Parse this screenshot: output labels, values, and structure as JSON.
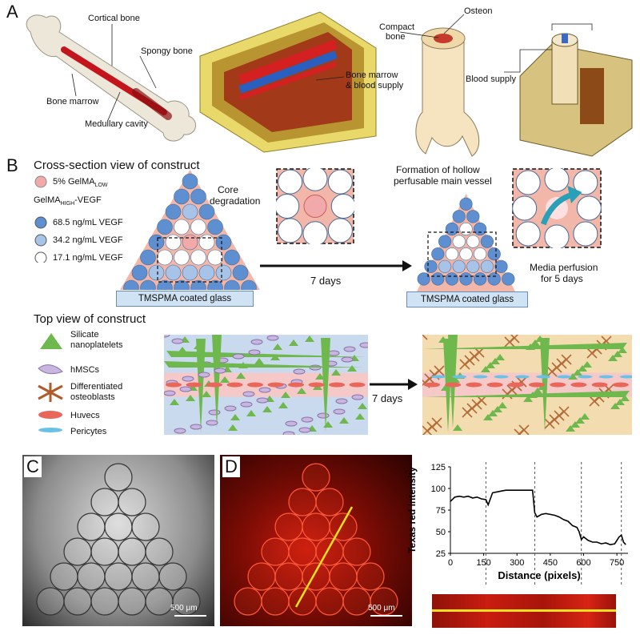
{
  "panelA": {
    "letter": "A",
    "labels": {
      "cortical": "Cortical bone",
      "spongy": "Spongy bone",
      "marrow": "Bone marrow",
      "medullary": "Medullary cavity",
      "marrowSupply1": "Bone marrow",
      "marrowSupply2": "& blood supply",
      "compact1": "Compact",
      "compact2": "bone",
      "osteon": "Osteon",
      "blood": "Blood supply"
    }
  },
  "panelB": {
    "letter": "B",
    "crossTitle": "Cross-section view of construct",
    "legend": {
      "low_prefix": "5% GelMA",
      "low_sub": "LOW",
      "high_prefix": "GelMA",
      "high_sub": "HIGH",
      "high_suffix": "-VEGF",
      "v1": "68.5 ng/mL VEGF",
      "v2": "34.2 ng/mL VEGF",
      "v3": "17.1 ng/mL VEGF"
    },
    "coreDeg1": "Core",
    "coreDeg2": "degradation",
    "formation1": "Formation of hollow",
    "formation2": "perfusable main vessel",
    "days": "7 days",
    "glass": "TMSPMA coated glass",
    "media1": "Media perfusion",
    "media2": "for 5 days",
    "topTitle": "Top view of construct",
    "topLegend": {
      "silicate1": "Silicate",
      "silicate2": "nanoplatelets",
      "hmsc": "hMSCs",
      "osteo1": "Differentiated",
      "osteo2": "osteoblasts",
      "huvec": "Huvecs",
      "peri": "Pericytes"
    },
    "days2": "7 days"
  },
  "panelC": {
    "letter": "C",
    "scale": "500 μm"
  },
  "panelD": {
    "letter": "D",
    "scale": "500 μm"
  },
  "chart_data": {
    "type": "line",
    "xlabel": "Distance (pixels)",
    "ylabel": "Texas red intensity",
    "xlim": [
      0,
      800
    ],
    "ylim": [
      25,
      125
    ],
    "xticks": [
      "0",
      "150",
      "300",
      "450",
      "600",
      "750"
    ],
    "yticks": [
      "25",
      "50",
      "75",
      "100",
      "125"
    ],
    "vlines": [
      160,
      380,
      590,
      770
    ],
    "x": [
      0,
      20,
      40,
      60,
      80,
      100,
      120,
      140,
      160,
      170,
      190,
      210,
      230,
      250,
      270,
      290,
      310,
      330,
      350,
      370,
      380,
      390,
      410,
      430,
      450,
      470,
      490,
      510,
      530,
      550,
      570,
      580,
      590,
      600,
      620,
      640,
      660,
      680,
      700,
      720,
      740,
      760,
      770,
      780,
      790
    ],
    "values": [
      85,
      90,
      91,
      90,
      91,
      89,
      90,
      88,
      87,
      81,
      95,
      96,
      97,
      98,
      98,
      98,
      98,
      98,
      98,
      98,
      72,
      67,
      70,
      71,
      70,
      69,
      67,
      64,
      62,
      57,
      55,
      50,
      41,
      44,
      40,
      38,
      38,
      36,
      37,
      35,
      36,
      44,
      46,
      38,
      35
    ],
    "colors": {
      "line": "#000000",
      "vline": "#555555"
    }
  },
  "colors": {
    "gelLow": "#f2a9a9",
    "v1": "#5e8fd1",
    "v2": "#a8c3e8",
    "v3": "#ffffff",
    "triangle": "#f2b7a8"
  }
}
